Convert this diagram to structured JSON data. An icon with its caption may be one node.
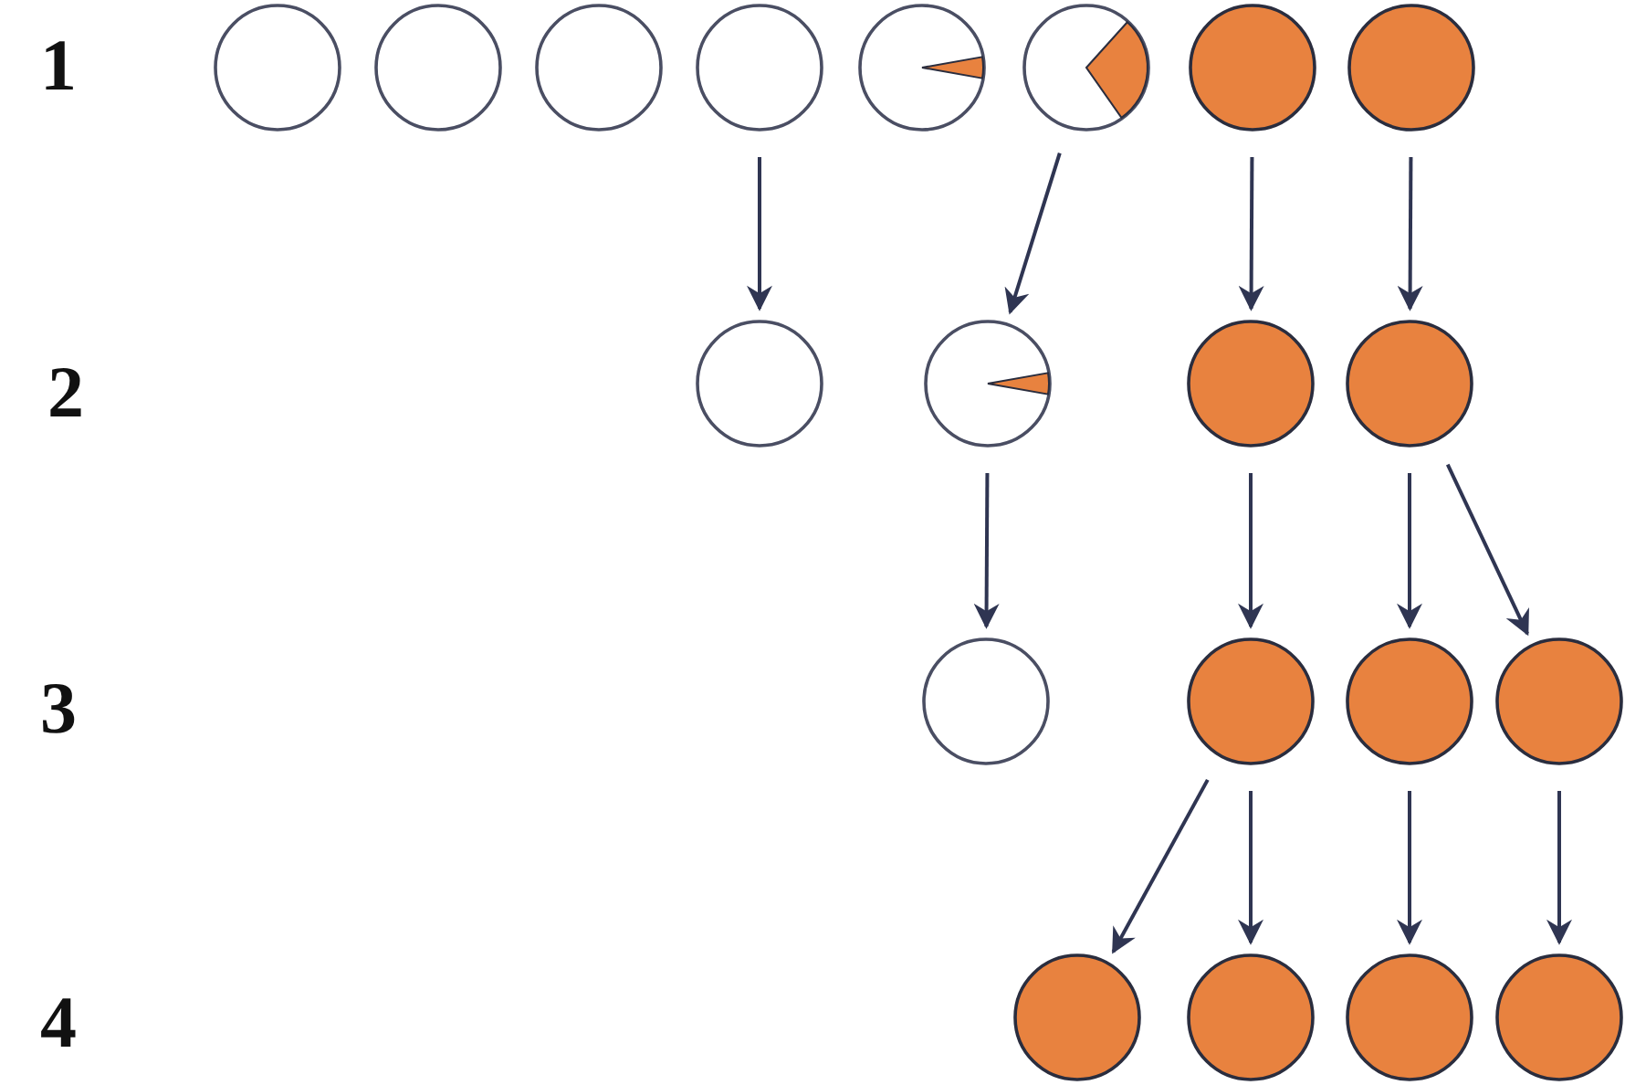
{
  "diagram": {
    "nodes": [
      {
        "text": [],
        "shape": "circle"
      },
      {
        "text": [],
        "shape": "circle"
      },
      {
        "text": [],
        "shape": "circle"
      },
      {
        "text": [],
        "shape": "circle"
      },
      {
        "text": [],
        "shape": "circle"
      },
      {
        "text": [],
        "shape": "circle"
      },
      {
        "text": [],
        "shape": "circle"
      },
      {
        "text": [],
        "shape": "circle"
      },
      {
        "text": [],
        "shape": "circle"
      },
      {
        "text": [],
        "shape": "circle"
      },
      {
        "text": [],
        "shape": "circle"
      },
      {
        "text": [],
        "shape": "circle"
      },
      {
        "text": [],
        "shape": "circle"
      },
      {
        "text": [],
        "shape": "circle"
      },
      {
        "text": [],
        "shape": "circle"
      },
      {
        "text": [],
        "shape": "circle"
      },
      {
        "text": [],
        "shape": "circle"
      },
      {
        "text": [],
        "shape": "circle"
      },
      {
        "text": [],
        "shape": "circle"
      },
      {
        "text": [],
        "shape": "circle"
      }
    ],
    "edges": [
      {
        "from": 3,
        "to": 8,
        "arrow": "to"
      },
      {
        "from": 5,
        "to": 9,
        "arrow": "to"
      },
      {
        "from": 6,
        "to": 10,
        "arrow": "to"
      },
      {
        "from": 7,
        "to": 11,
        "arrow": "to"
      },
      {
        "from": 9,
        "to": 12,
        "arrow": "to"
      },
      {
        "from": 10,
        "to": 13,
        "arrow": "to"
      },
      {
        "from": 11,
        "to": 14,
        "arrow": "to"
      },
      {
        "from": 11,
        "to": 15,
        "arrow": "to"
      },
      {
        "from": 13,
        "to": 16,
        "arrow": "to"
      },
      {
        "from": 13,
        "to": 17,
        "arrow": "to"
      },
      {
        "from": 14,
        "to": 18,
        "arrow": "to"
      },
      {
        "from": 15,
        "to": 19,
        "arrow": "to"
      }
    ],
    "labels": [
      "1",
      "2",
      "3",
      "4"
    ]
  }
}
